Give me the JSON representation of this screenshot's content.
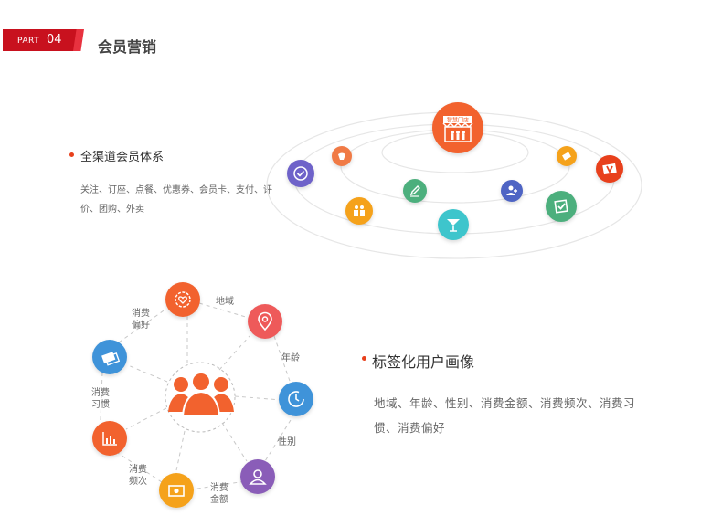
{
  "header": {
    "part_label": "PART",
    "part_number": "04",
    "title": "会员营销"
  },
  "section1": {
    "title": "全渠道会员体系",
    "description": "关注、订座、点餐、优惠券、会员卡、支付、评价、团购、外卖",
    "store_sign": "智慧门店"
  },
  "section2": {
    "title": "标签化用户画像",
    "description": "地域、年龄、性别、消费金额、消费频次、消费习惯、消费偏好",
    "labels": {
      "region": "地域",
      "age": "年龄",
      "gender": "性别",
      "amount": "消费金额",
      "frequency": "消费频次",
      "habit": "消费习惯",
      "preference": "消费偏好"
    }
  },
  "colors": {
    "brand_red": "#c8111e",
    "accent_orange": "#e8401c",
    "store_orange": "#f2622e"
  }
}
